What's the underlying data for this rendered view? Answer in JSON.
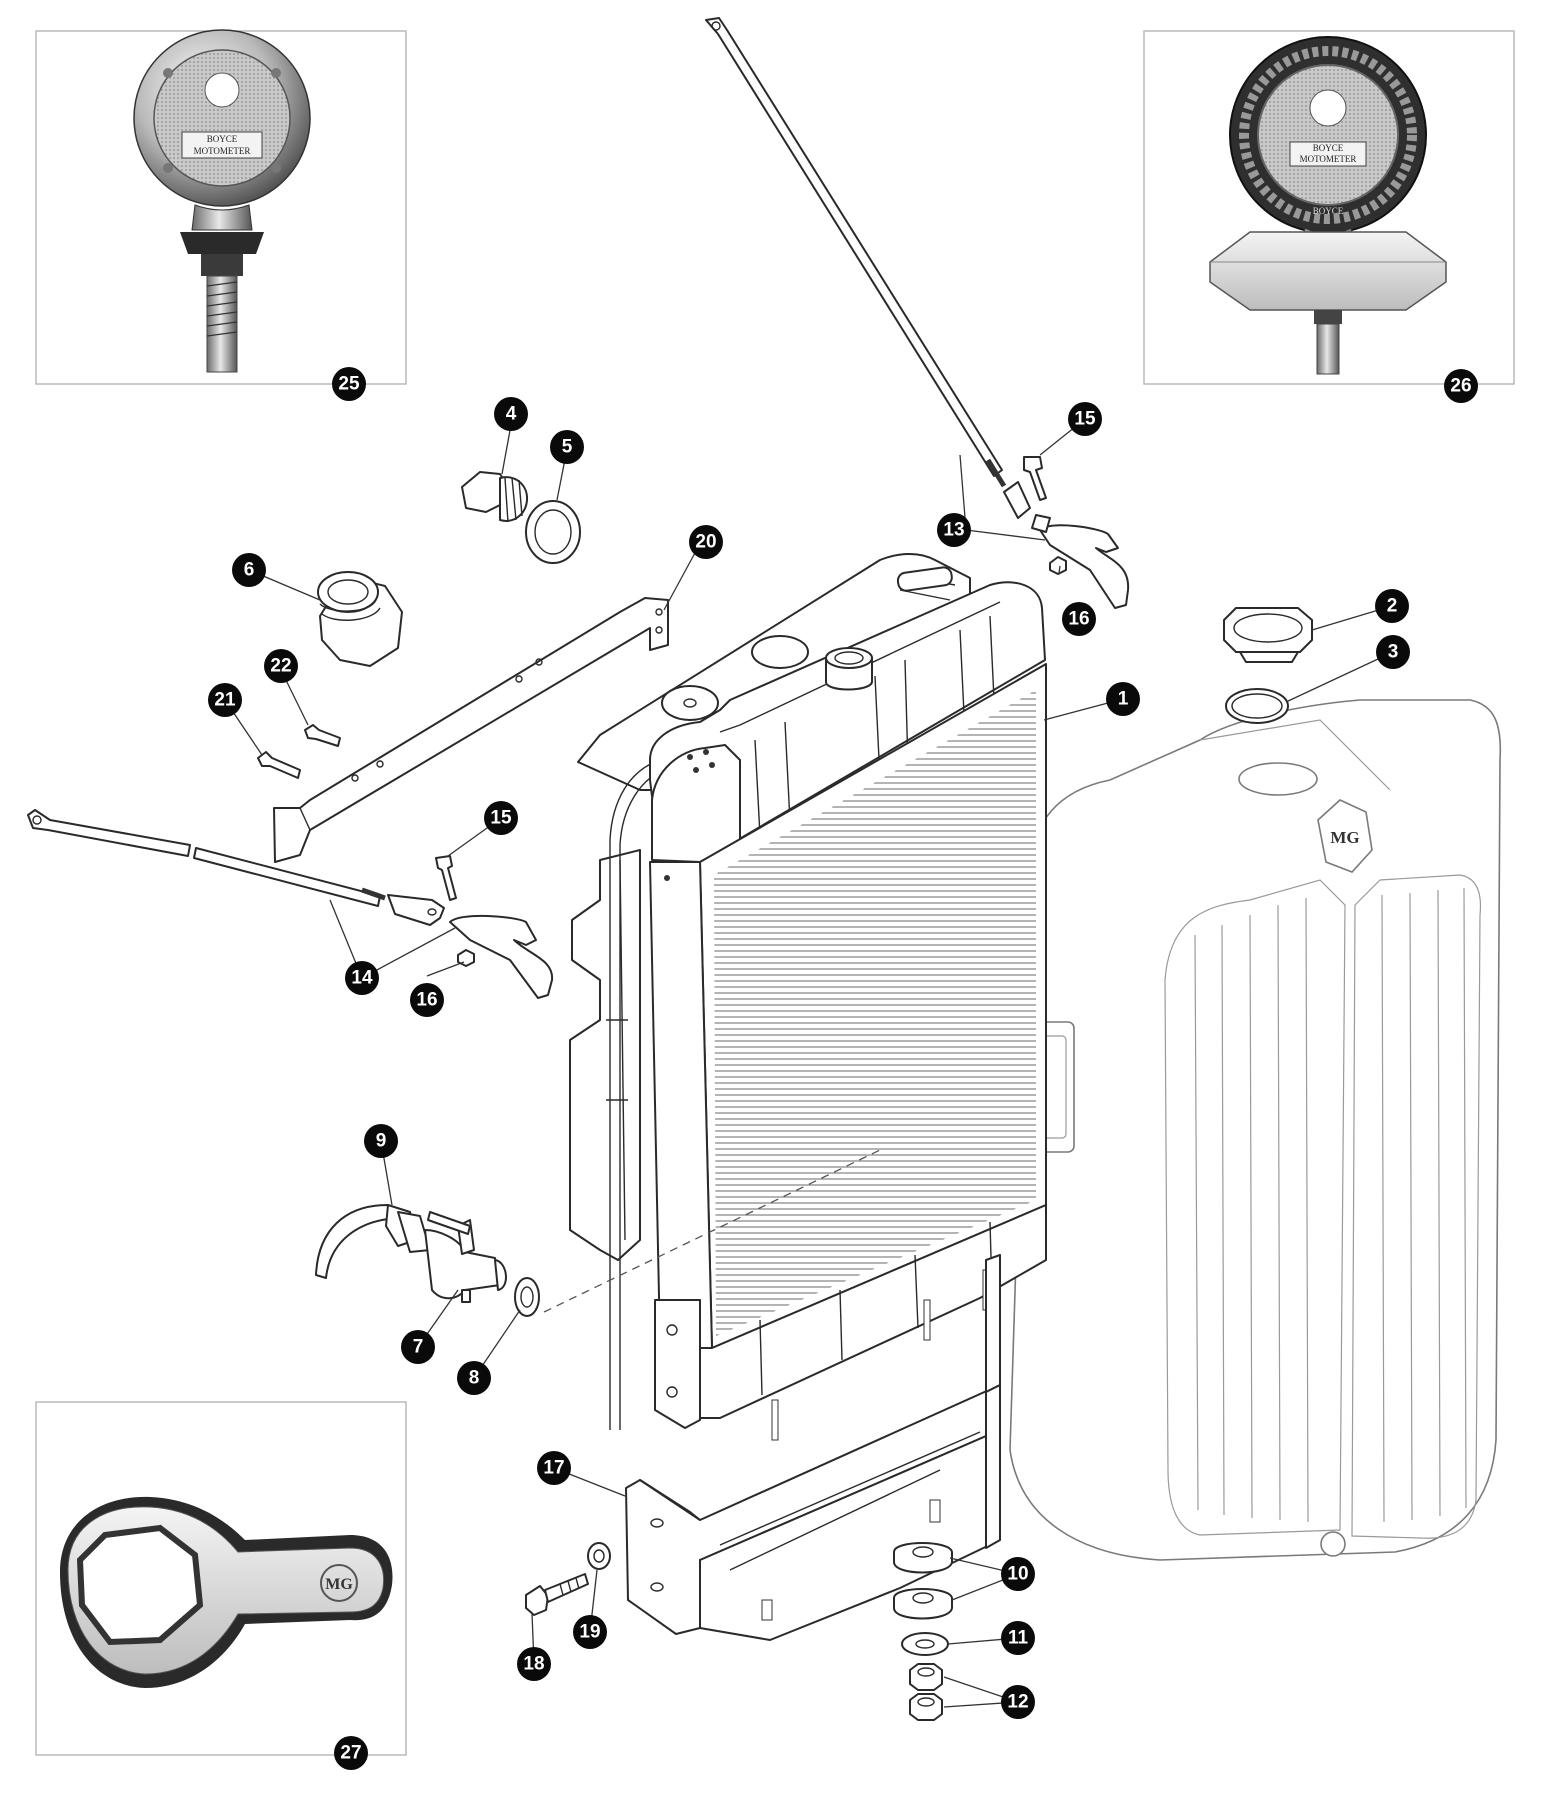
{
  "callouts": {
    "c1": "1",
    "c2": "2",
    "c3": "3",
    "c4": "4",
    "c5": "5",
    "c6": "6",
    "c7": "7",
    "c8": "8",
    "c9": "9",
    "c10": "10",
    "c11": "11",
    "c12": "12",
    "c13": "13",
    "c14": "14",
    "c15a": "15",
    "c15b": "15",
    "c16a": "16",
    "c16b": "16",
    "c17": "17",
    "c18": "18",
    "c19": "19",
    "c20": "20",
    "c21": "21",
    "c22": "22",
    "c25": "25",
    "c26": "26",
    "c27": "27"
  },
  "photos": {
    "meter25": {
      "brand": "BOYCE",
      "name": "MOTOMETER"
    },
    "meter26": {
      "brand": "BOYCE",
      "name": "MOTOMETER",
      "rim": "BOYCE"
    },
    "wrench27": {
      "logo": "MG"
    }
  },
  "grille": {
    "badge": "MG"
  },
  "colors": {
    "callout": "#0a0a0a",
    "line": "#2a2a2a",
    "frame": "#b5b5b5"
  }
}
